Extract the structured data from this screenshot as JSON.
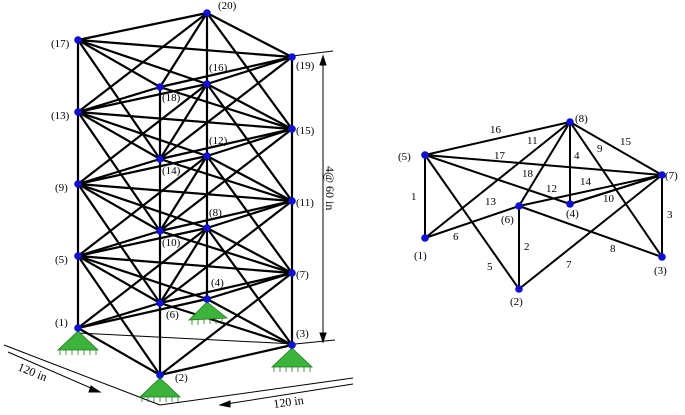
{
  "left_figure": {
    "node_labels": [
      "(1)",
      "(2)",
      "(3)",
      "(4)",
      "(5)",
      "(6)",
      "(7)",
      "(8)",
      "(9)",
      "(10)",
      "(11)",
      "(12)",
      "(13)",
      "(14)",
      "(15)",
      "(16)",
      "(17)",
      "(18)",
      "(19)",
      "(20)"
    ],
    "height_dimension": "4@ 60 in",
    "width_dimension_left": "120 in",
    "width_dimension_right": "120 in"
  },
  "right_figure": {
    "node_labels": [
      "(1)",
      "(2)",
      "(3)",
      "(4)",
      "(5)",
      "(6)",
      "(7)",
      "(8)"
    ],
    "member_labels": [
      "1",
      "2",
      "3",
      "4",
      "5",
      "6",
      "7",
      "8",
      "9",
      "10",
      "11",
      "12",
      "13",
      "14",
      "15",
      "16",
      "17",
      "18"
    ]
  },
  "colors": {
    "node": "#1010d0",
    "support": "#3cb43c",
    "member": "#000000"
  }
}
